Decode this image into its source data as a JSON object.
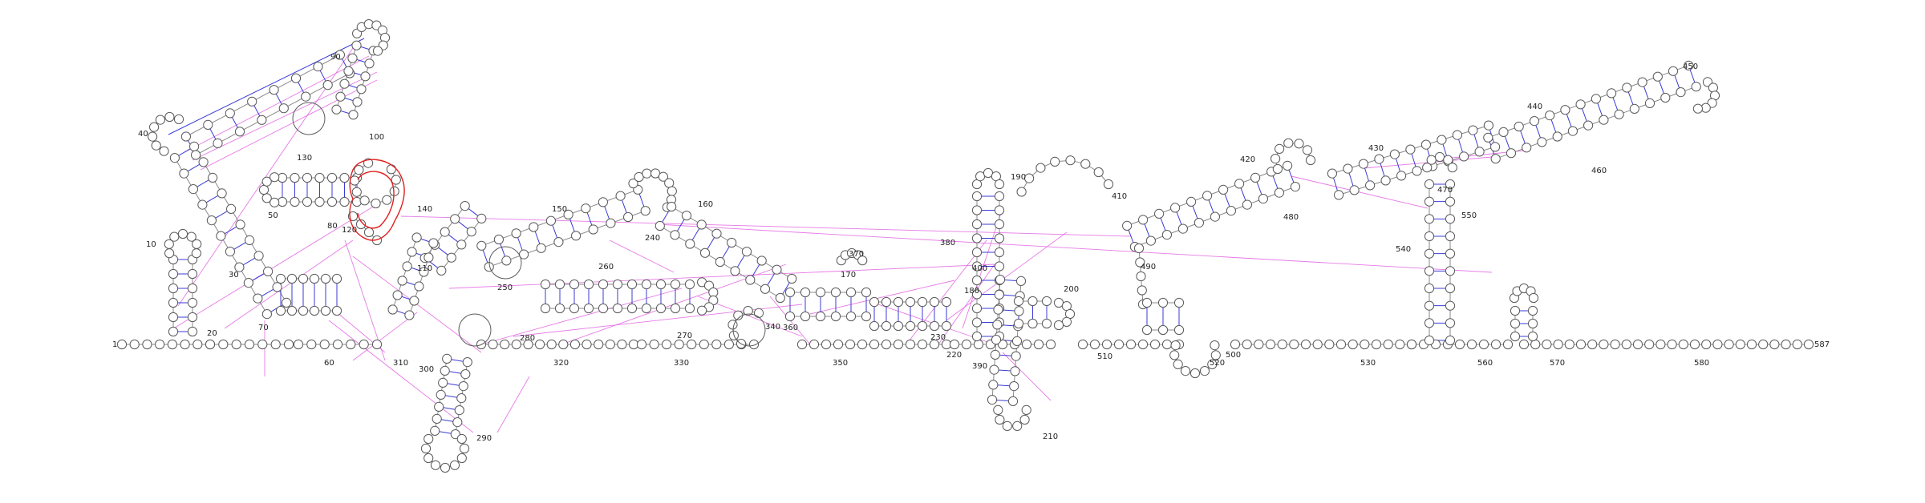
{
  "diagram": {
    "sequence_length": 587,
    "position_labels": [
      "1",
      "10",
      "20",
      "30",
      "40",
      "50",
      "60",
      "70",
      "80",
      "90",
      "100",
      "110",
      "120",
      "130",
      "140",
      "150",
      "160",
      "170",
      "180",
      "190",
      "200",
      "210",
      "220",
      "230",
      "240",
      "250",
      "260",
      "270",
      "280",
      "290",
      "300",
      "310",
      "320",
      "330",
      "340",
      "350",
      "360",
      "370",
      "380",
      "390",
      "400",
      "410",
      "420",
      "430",
      "440",
      "450",
      "460",
      "470",
      "480",
      "490",
      "500",
      "510",
      "520",
      "530",
      "540",
      "550",
      "560",
      "570",
      "580",
      "587"
    ],
    "colors": {
      "nucleotide_stroke": "#5a5a5a",
      "base_pair": "#3b3bd6",
      "pseudoknot_link": "#e36be3",
      "highlight": "#e02020"
    }
  }
}
